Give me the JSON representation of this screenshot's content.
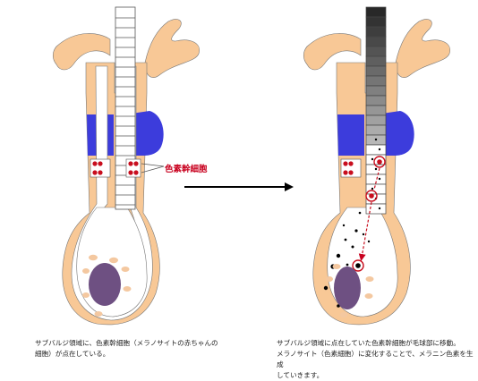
{
  "stem_cell_label": "色素幹細胞",
  "caption_left": "サブバルジ領域に、色素幹細胞（メラノサイトの赤ちゃんの\n細胞）が点在している。",
  "caption_right": "サブバルジ領域に点在していた色素幹細胞が毛球部に移動。\nメラノサイト（色素細胞）に変化することで、メラニン色素を生成\nしていきます。",
  "colors": {
    "skin": "#f8c896",
    "bulge": "#3c3cdc",
    "stem_cell": "#c80e1e",
    "label": "#c8001e",
    "papilla": "#6e5082",
    "arrow": "#000000"
  }
}
